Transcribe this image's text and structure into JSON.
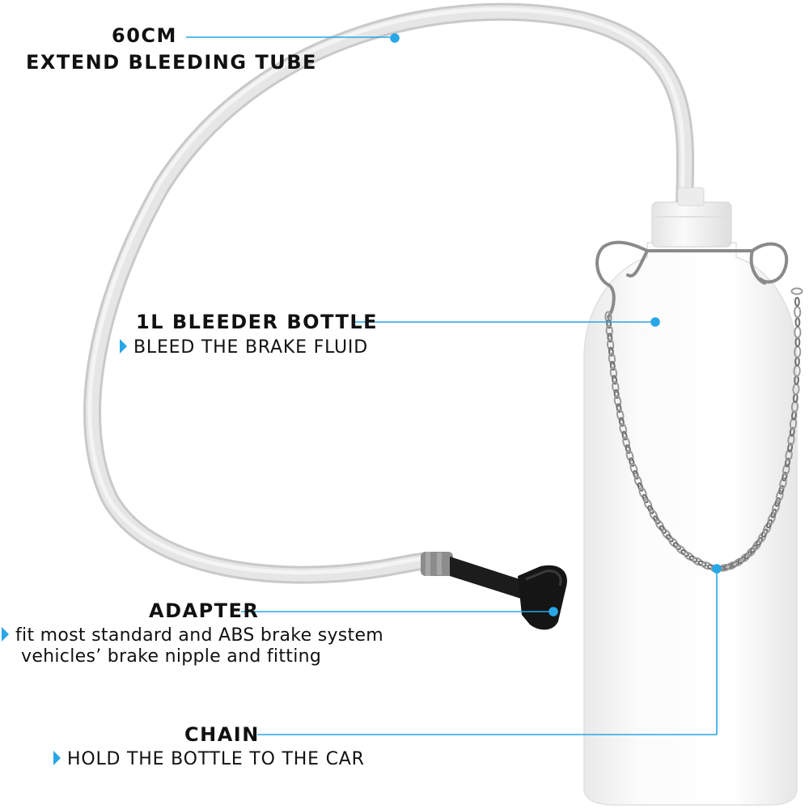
{
  "accent_color": "#29a6e6",
  "callouts": {
    "tube": {
      "title": "60CM",
      "subtitle": "EXTEND BLEEDING TUBE"
    },
    "bottle": {
      "title": "1L BLEEDER BOTTLE",
      "subtitle": "BLEED THE BRAKE FLUID"
    },
    "adapter": {
      "title": "ADAPTER",
      "line1": "fit most standard and ABS brake system",
      "line2": "vehicles’ brake nipple and fitting"
    },
    "chain": {
      "title": "CHAIN",
      "subtitle": "HOLD THE BOTTLE TO THE CAR"
    }
  },
  "product_parts": [
    "bleeding-tube",
    "bleeder-bottle",
    "bottle-cap",
    "wire-hooks",
    "chain",
    "adapter"
  ]
}
